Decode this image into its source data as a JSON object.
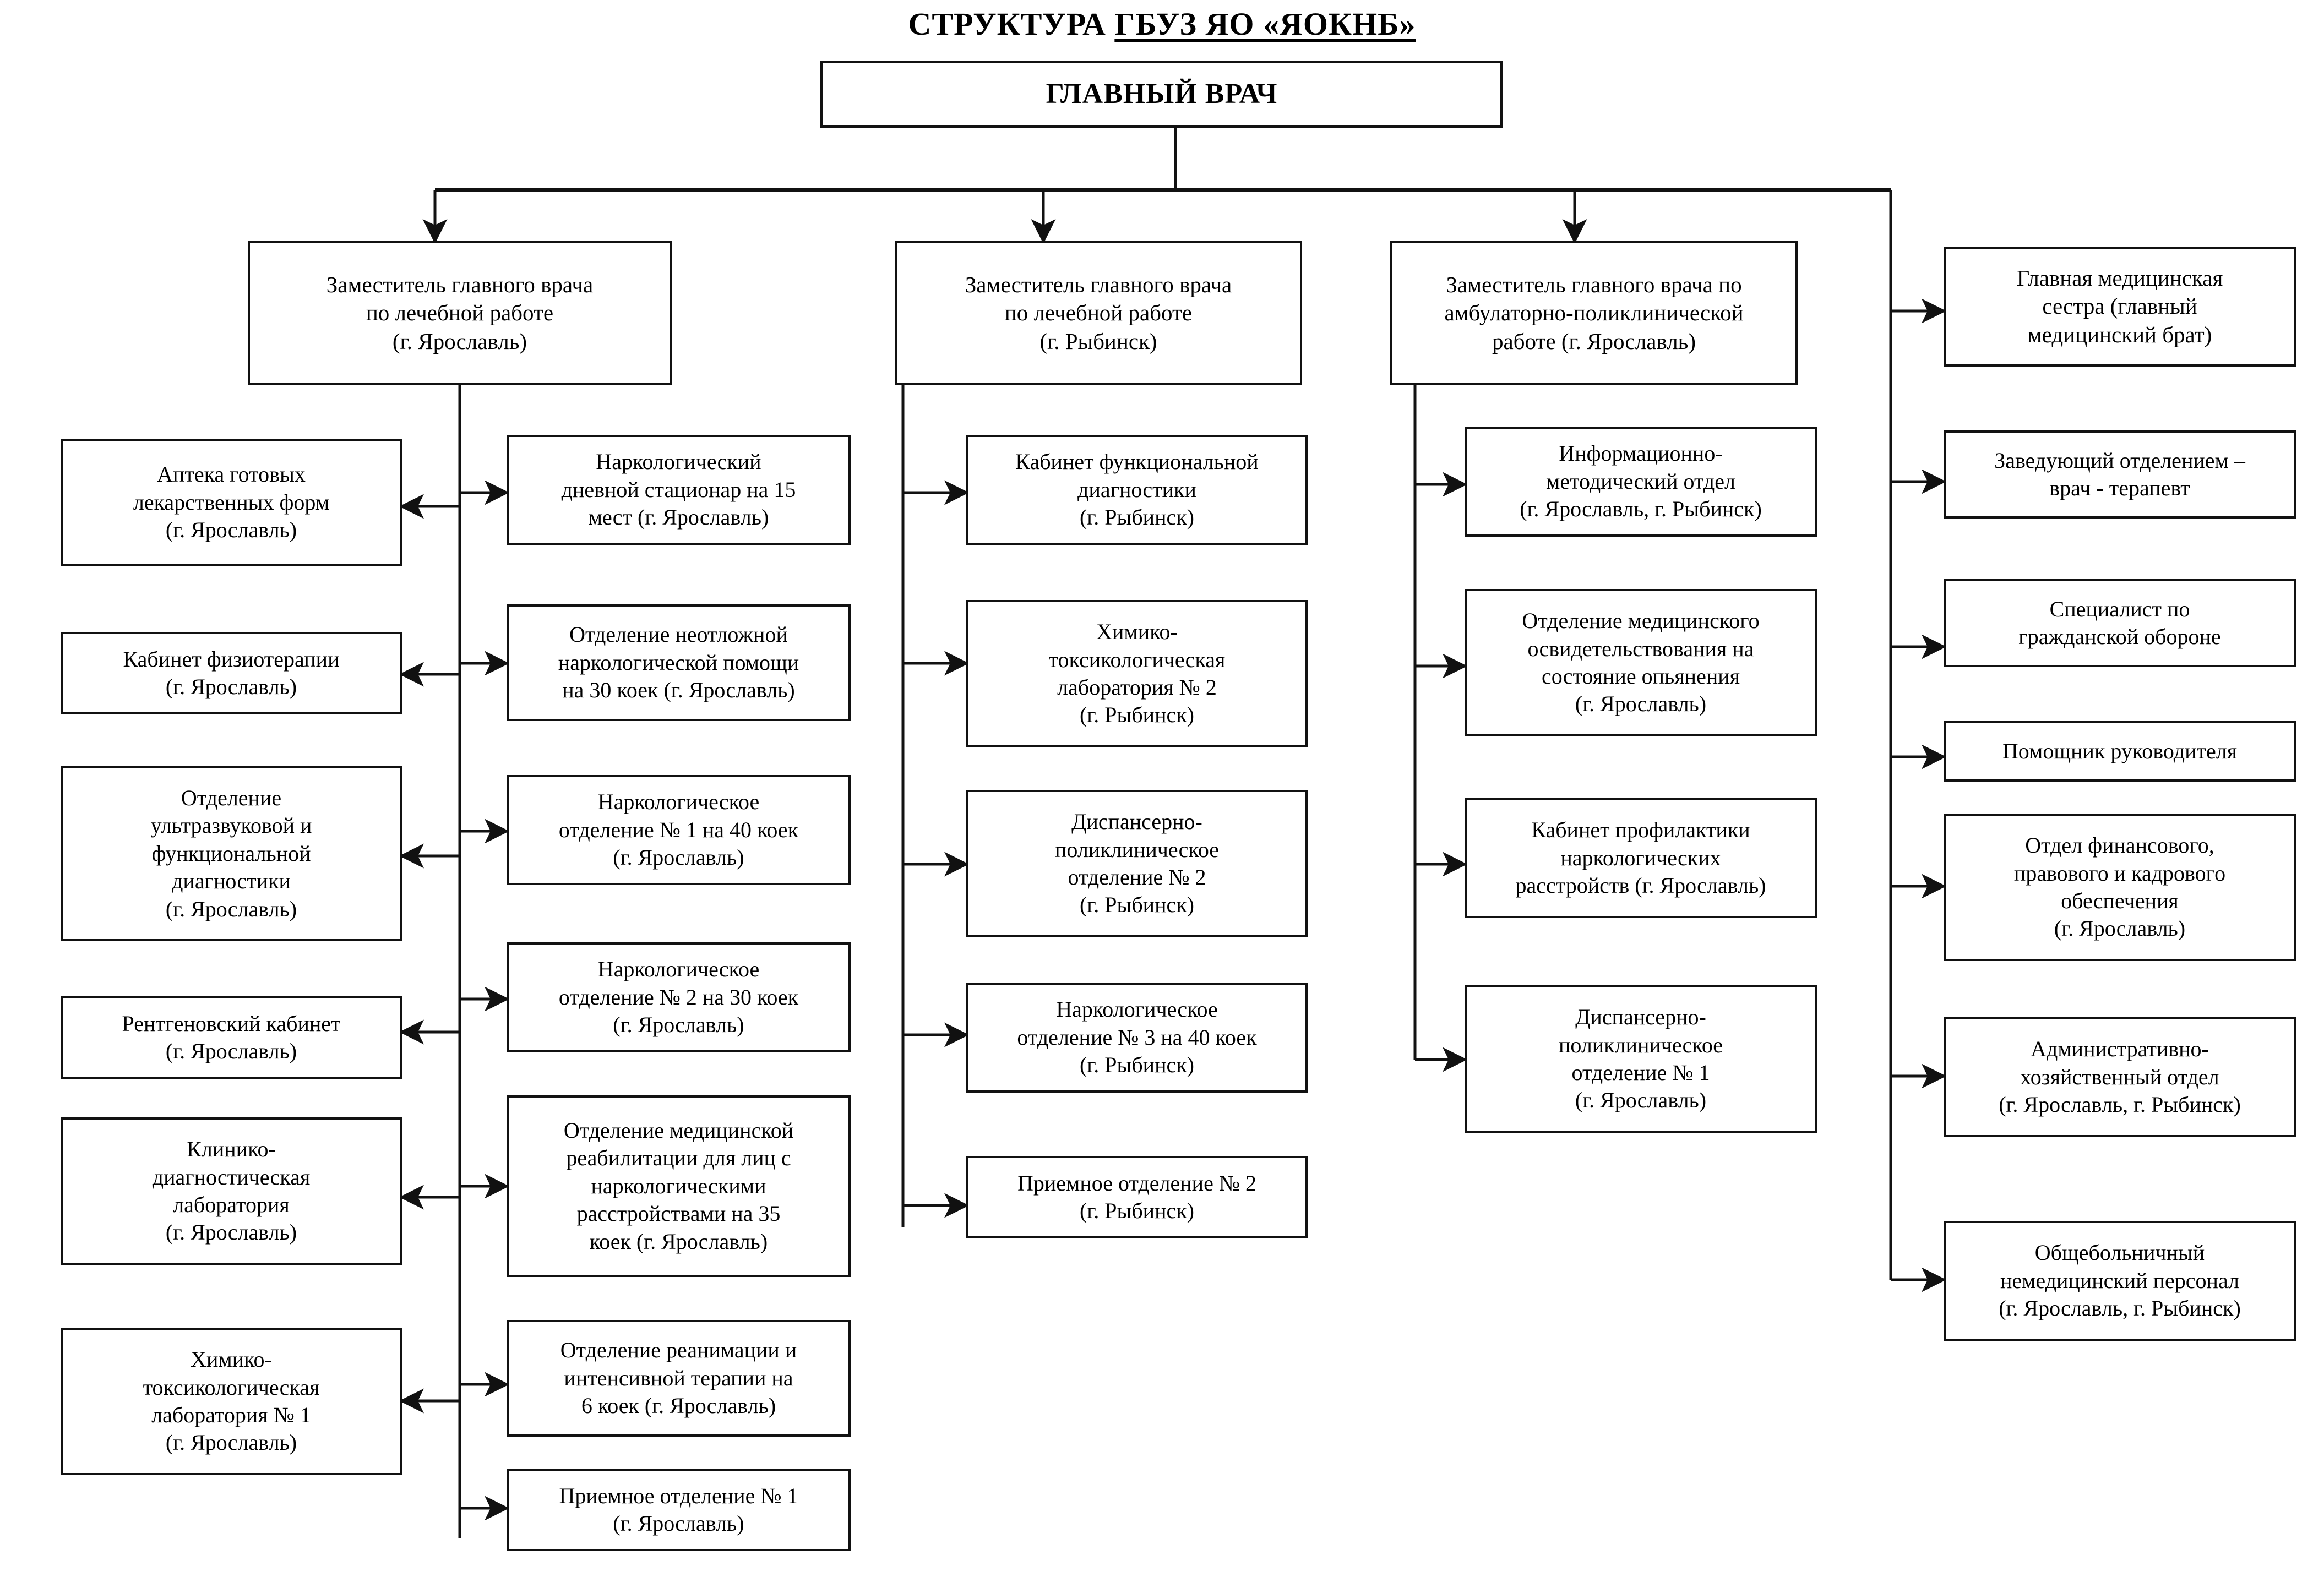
{
  "title": {
    "prefix": "СТРУКТУРА ",
    "underlined": "ГБУЗ ЯО «ЯОКНБ»"
  },
  "root": {
    "label": "ГЛАВНЫЙ ВРАЧ"
  },
  "level2": [
    {
      "id": "deputy-medical-yaroslavl",
      "label": "Заместитель главного врача\nпо лечебной работе\n(г. Ярославль)"
    },
    {
      "id": "deputy-medical-rybinsk",
      "label": "Заместитель главного врача\nпо лечебной работе\n(г. Рыбинск)"
    },
    {
      "id": "deputy-outpatient",
      "label": "Заместитель главного врача по\nамбулаторно-поликлинической\nработе (г. Ярославль)"
    },
    {
      "id": "chief-nurse",
      "label": "Главная медицинская\nсестра (главный\nмедицинский брат)"
    }
  ],
  "column_left": [
    {
      "id": "pharmacy",
      "label": "Аптека готовых\nлекарственных форм\n(г. Ярославль)"
    },
    {
      "id": "physiotherapy-room",
      "label": "Кабинет физиотерапии\n(г. Ярославль)"
    },
    {
      "id": "ultrasound-functional-diagnostics",
      "label": "Отделение\nультразвуковой и\nфункциональной\nдиагностики\n(г. Ярославль)"
    },
    {
      "id": "xray-room",
      "label": "Рентгеновский кабинет\n(г. Ярославль)"
    },
    {
      "id": "clinical-diagnostic-lab",
      "label": "Клинико-\nдиагностическая\nлаборатория\n(г. Ярославль)"
    },
    {
      "id": "chemical-toxicology-lab-1",
      "label": "Химико-\nтоксикологическая\nлаборатория № 1\n(г. Ярославль)"
    }
  ],
  "column_yaroslavl": [
    {
      "id": "day-hospital-15",
      "label": "Наркологический\nдневной стационар на 15\nмест (г. Ярославль)"
    },
    {
      "id": "emergency-narcology-30",
      "label": "Отделение неотложной\nнаркологической помощи\nна 30 коек (г. Ярославль)"
    },
    {
      "id": "narcology-dept-1-40",
      "label": "Наркологическое\nотделение № 1 на 40 коек\n(г. Ярославль)"
    },
    {
      "id": "narcology-dept-2-30",
      "label": "Наркологическое\nотделение № 2 на 30 коек\n(г. Ярославль)"
    },
    {
      "id": "medical-rehabilitation-35",
      "label": "Отделение медицинской\nреабилитации для лиц с\nнаркологическими\nрасстройствами на 35\nкоек (г. Ярославль)"
    },
    {
      "id": "icu-6",
      "label": "Отделение реанимации и\nинтенсивной терапии на\n6 коек (г. Ярославль)"
    },
    {
      "id": "admission-dept-1",
      "label": "Приемное отделение № 1\n(г. Ярославль)"
    }
  ],
  "column_rybinsk": [
    {
      "id": "functional-diagnostics-room",
      "label": "Кабинет функциональной\nдиагностики\n(г. Рыбинск)"
    },
    {
      "id": "chemical-toxicology-lab-2",
      "label": "Химико-\nтоксикологическая\nлаборатория № 2\n(г. Рыбинск)"
    },
    {
      "id": "dispensary-polyclinic-dept-2",
      "label": "Диспансерно-\nполиклиническое\nотделение № 2\n(г. Рыбинск)"
    },
    {
      "id": "narcology-dept-3-40",
      "label": "Наркологическое\nотделение № 3 на 40 коек\n(г. Рыбинск)"
    },
    {
      "id": "admission-dept-2",
      "label": "Приемное отделение № 2\n(г. Рыбинск)"
    }
  ],
  "column_outpatient": [
    {
      "id": "information-methodical-dept",
      "label": "Информационно-\nметодический отдел\n(г. Ярославль, г. Рыбинск)"
    },
    {
      "id": "intoxication-examination-dept",
      "label": "Отделение медицинского\nосвидетельствования на\nсостояние опьянения\n(г. Ярославль)"
    },
    {
      "id": "prevention-room",
      "label": "Кабинет профилактики\nнаркологических\nрасстройств (г. Ярославль)"
    },
    {
      "id": "dispensary-polyclinic-dept-1",
      "label": "Диспансерно-\nполиклиническое\nотделение № 1\n(г. Ярославль)"
    }
  ],
  "column_admin": [
    {
      "id": "head-of-dept-therapist",
      "label": "Заведующий отделением –\nврач - терапевт"
    },
    {
      "id": "civil-defense-specialist",
      "label": "Специалист по\nгражданской обороне"
    },
    {
      "id": "assistant-to-director",
      "label": "Помощник руководителя"
    },
    {
      "id": "finance-legal-hr-dept",
      "label": "Отдел финансового,\nправового и кадрового\nобеспечения\n(г. Ярославль)"
    },
    {
      "id": "administrative-economic-dept",
      "label": "Административно-\nхозяйственный отдел\n(г. Ярославль, г. Рыбинск)"
    },
    {
      "id": "general-nonmedical-staff",
      "label": "Общебольничный\nнемедицинский персонал\n(г. Ярославль, г. Рыбинск)"
    }
  ],
  "colors": {
    "line": "#111111",
    "box_border": "#111111",
    "background": "#ffffff",
    "text": "#000000"
  }
}
